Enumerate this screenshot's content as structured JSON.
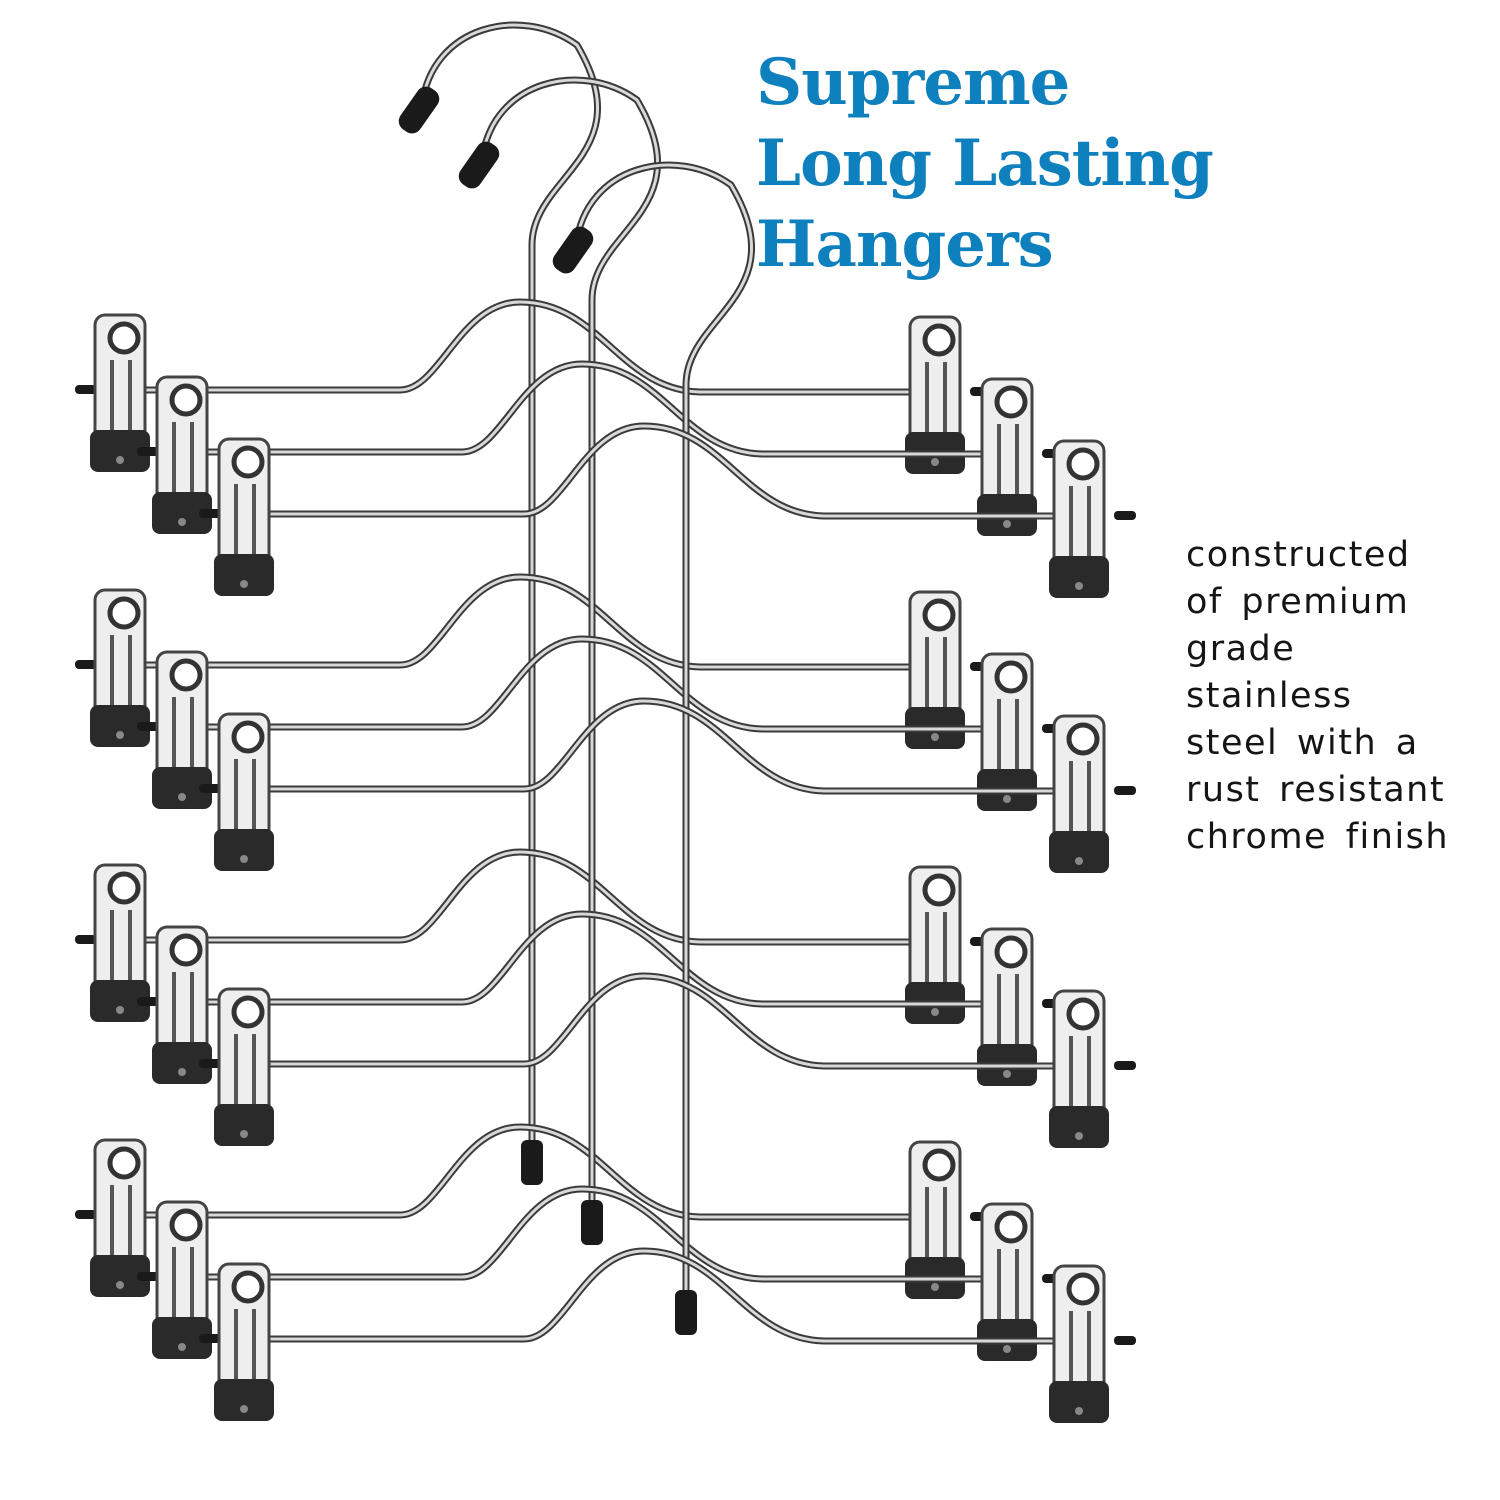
{
  "title_lines": [
    "Supreme",
    "Long Lasting",
    "Hangers"
  ],
  "description_lines": [
    "constructed",
    "of premium",
    "grade",
    "stainless",
    "steel with a",
    "rust resistant",
    "chrome finish"
  ],
  "colors": {
    "title": "#0e80bd",
    "text": "#151515",
    "wire": "#6d6d6d",
    "clip_dark": "#2a2a2a"
  },
  "illustration": {
    "hangers": 3,
    "tiers_per_hanger": 4,
    "clips_per_tier": 2
  }
}
